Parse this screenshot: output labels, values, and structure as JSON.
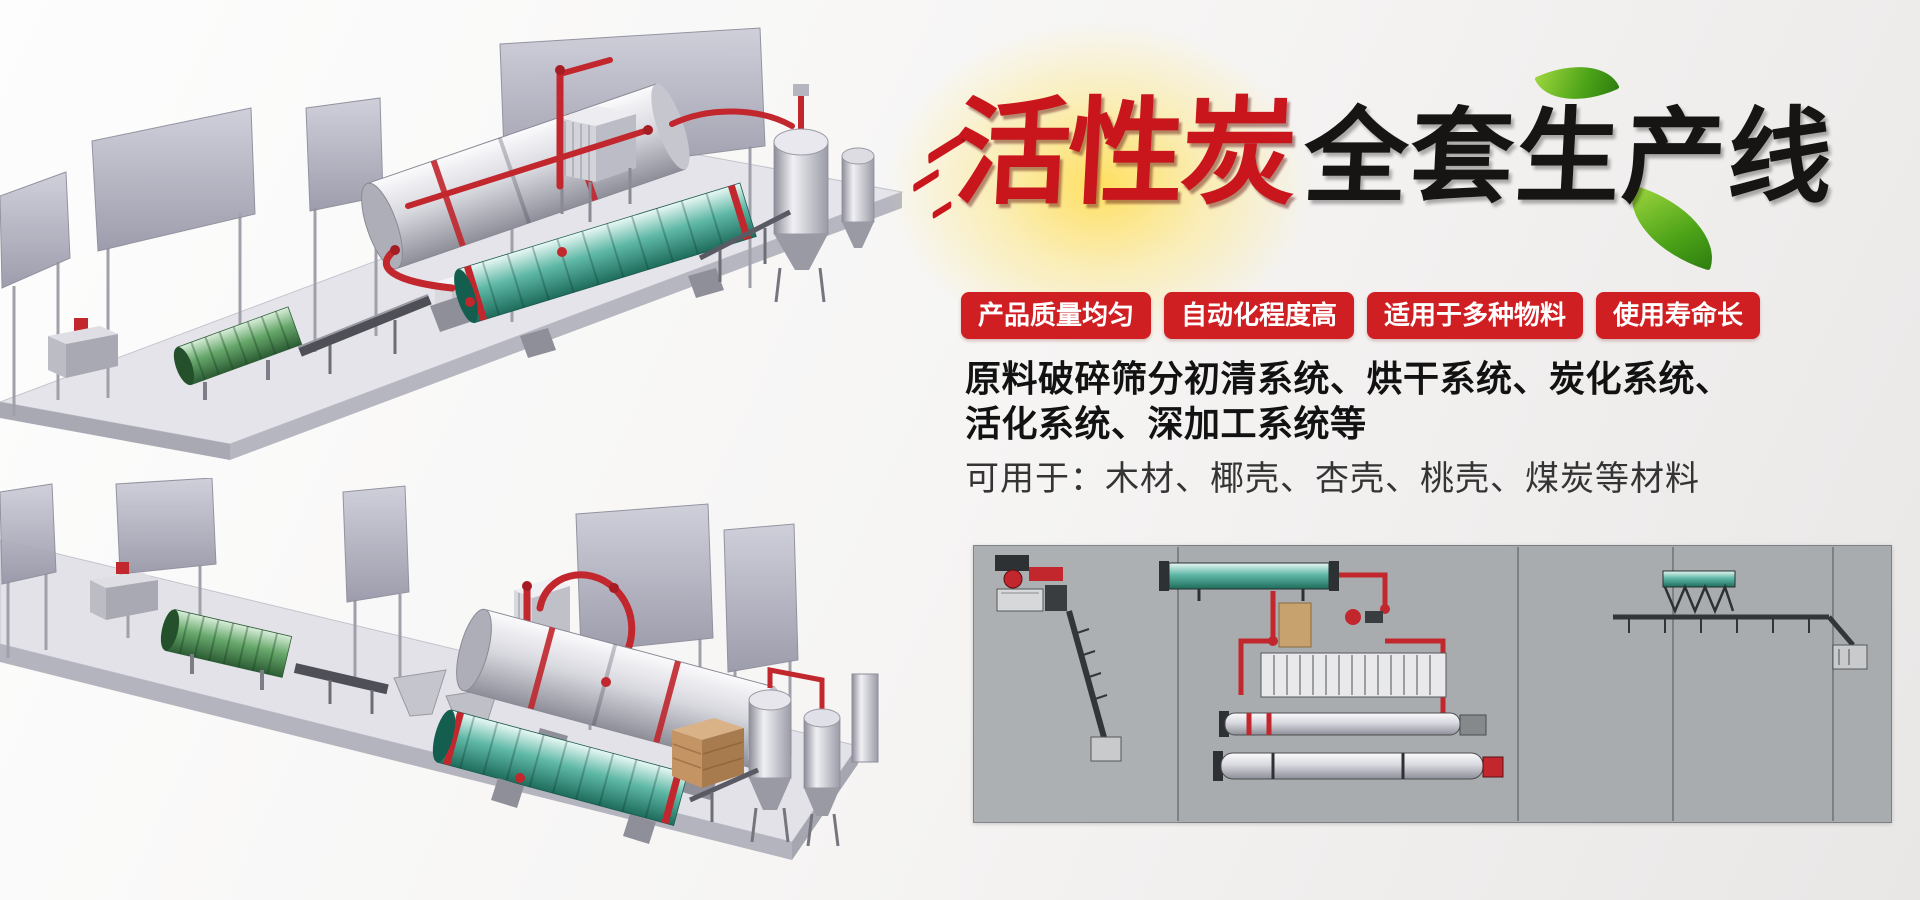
{
  "hero": {
    "title": {
      "red_part": "活性炭",
      "black_part": "全套生产线"
    },
    "badges": [
      "产品质量均匀",
      "自动化程度高",
      "适用于多种物料",
      "使用寿命长"
    ],
    "description_line1": "原料破碎筛分初清系统、烘干系统、炭化系统、",
    "description_line2": "活化系统、深加工系统等",
    "usage": "可用于：木材、椰壳、杏壳、桃壳、煤炭等材料",
    "colors": {
      "badge_red": "#d01f23",
      "title_red": "#c9161d",
      "title_black": "#171513"
    }
  },
  "illustrations": {
    "top_left": "activated-carbon-production-line-3d-render",
    "bottom_left": "activated-carbon-production-line-3d-render",
    "bottom_right": "plant-layout-top-view-diagram"
  }
}
